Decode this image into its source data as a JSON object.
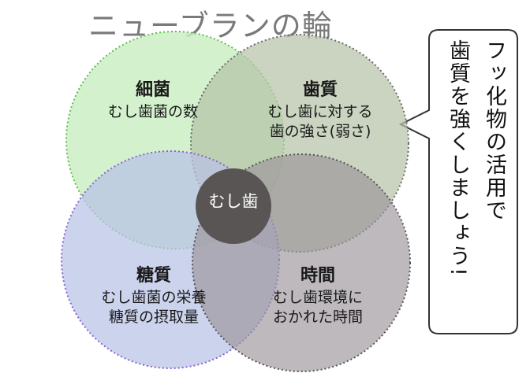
{
  "title": "ニューブランの輪",
  "circles": {
    "top_left": {
      "heading": "細菌",
      "lines": [
        "むし歯菌の数"
      ],
      "color": "#cdeec6"
    },
    "top_right": {
      "heading": "歯質",
      "lines": [
        "むし歯に対する",
        "歯の強さ(弱さ)"
      ],
      "color": "#b5c3a8"
    },
    "bottom_left": {
      "heading": "糖質",
      "lines": [
        "むし歯菌の栄養",
        "糖質の摂取量"
      ],
      "color": "#bcc5e6"
    },
    "bottom_right": {
      "heading": "時間",
      "lines": [
        "むし歯環境に",
        "おかれた時間"
      ],
      "color": "#b0a8ad"
    }
  },
  "center": {
    "label": "むし歯",
    "color": "#5a5555"
  },
  "callout": {
    "col1": "フッ化物の活用で",
    "col2": "歯質を強くしましょう!"
  }
}
